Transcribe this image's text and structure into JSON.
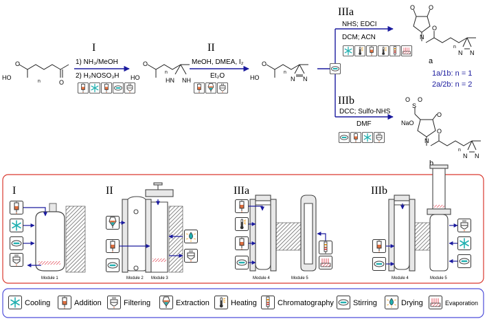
{
  "colors": {
    "arrow": "#1a1a9e",
    "module_frame": "#d9382e",
    "legend_frame": "#4d4dd9",
    "cooling": "#20b0b0",
    "heating": "#f0a020",
    "extraction": "#e07040",
    "hatch": "#555555"
  },
  "scheme": {
    "step_I": {
      "numeral": "I",
      "line1": "1) NH₃/MeOH",
      "line2": "2) H₂NOSO₃H"
    },
    "step_II": {
      "numeral": "II",
      "line1": "MeOH, DMEA, I₂",
      "line2": "Et₂O"
    },
    "step_IIIa": {
      "numeral": "IIIa",
      "line1": "NHS; EDCI",
      "line2": "DCM; ACN"
    },
    "step_IIIb": {
      "numeral": "IIIb",
      "line1": "DCC; Sulfo-NHS",
      "line2": "DMF"
    },
    "atoms": {
      "ho": "HO",
      "o": "O",
      "n": "n",
      "nh": "NH",
      "hn": "HN",
      "n_ring": "N",
      "na_o": "NaO",
      "s": "S"
    },
    "products": {
      "a": "a",
      "b": "b",
      "series1": "1a/1b: n = 1",
      "series2": "2a/2b: n = 2"
    }
  },
  "setup": {
    "panels": [
      {
        "numeral": "I",
        "modules": [
          "Module 1"
        ]
      },
      {
        "numeral": "II",
        "modules": [
          "Module 2",
          "Module 3"
        ]
      },
      {
        "numeral": "IIIa",
        "modules": [
          "Module 4",
          "Module 5"
        ]
      },
      {
        "numeral": "IIIb",
        "modules": [
          "Module 4",
          "Module 5"
        ]
      }
    ]
  },
  "legend": [
    {
      "icon": "cooling-icon",
      "label": "Cooling"
    },
    {
      "icon": "addition-icon",
      "label": "Addition"
    },
    {
      "icon": "filtering-icon",
      "label": "Filtering"
    },
    {
      "icon": "extraction-icon",
      "label": "Extraction"
    },
    {
      "icon": "heating-icon",
      "label": "Heating"
    },
    {
      "icon": "chromatography-icon",
      "label": "Chromatography"
    },
    {
      "icon": "stirring-icon",
      "label": "Stirring"
    },
    {
      "icon": "drying-icon",
      "label": "Drying"
    },
    {
      "icon": "evaporation-icon",
      "label": "Evaporation"
    }
  ]
}
